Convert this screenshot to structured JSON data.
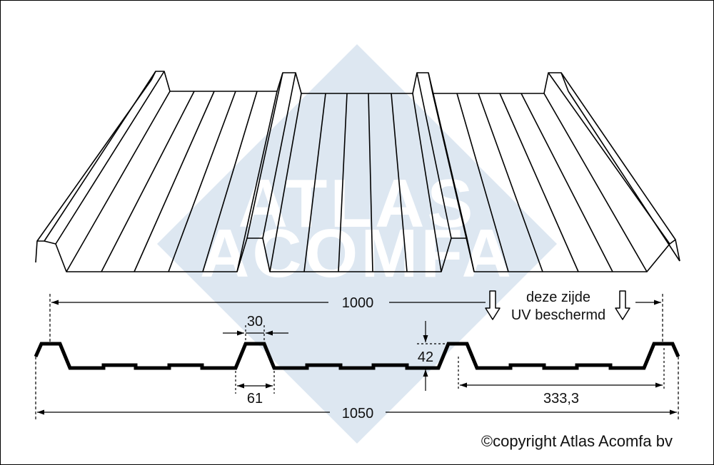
{
  "watermark": {
    "line1": "ATLAS",
    "line2": "ACOMFA",
    "color": "#dde7f1"
  },
  "dimensions": {
    "coverage_width": "1000",
    "total_width": "1050",
    "top_flange": "30",
    "bottom_rib": "61",
    "height": "42",
    "pitch": "333,3"
  },
  "uv_note": {
    "line1": "deze zijde",
    "line2": "UV beschermd"
  },
  "copyright": "©copyright Atlas Acomfa bv",
  "colors": {
    "line": "#000000",
    "background": "#ffffff"
  }
}
